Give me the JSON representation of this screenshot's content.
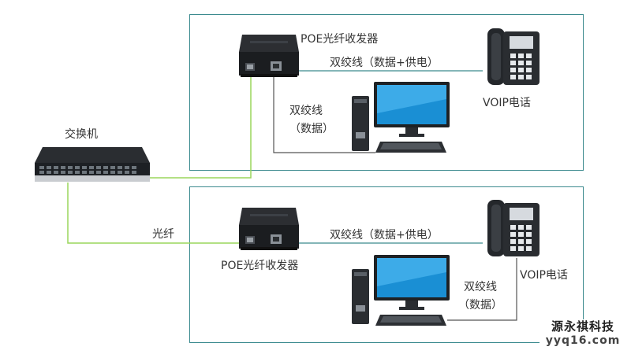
{
  "switch": {
    "label": "交换机"
  },
  "fiber": {
    "label": "光纤"
  },
  "top": {
    "converter_label": "POE光纤收发器",
    "twisted_pair_power_label": "双绞线（数据+供电）",
    "twisted_pair_data_label_line1": "双绞线",
    "twisted_pair_data_label_line2": "（数据）",
    "phone_label": "VOIP电话"
  },
  "bottom": {
    "converter_label": "POE光纤收发器",
    "twisted_pair_power_label": "双绞线（数据+供电）",
    "twisted_pair_data_label_line1": "双绞线",
    "twisted_pair_data_label_line2": "（数据）",
    "phone_label": "VOIP电话"
  },
  "watermark": {
    "line1": "源永祺科技",
    "line2": "yyq16.com"
  },
  "colors": {
    "panel_border": "#3b8a8e",
    "fiber_line": "#9ad65b",
    "twisted_pair_line": "#3b8a8e",
    "data_line": "#555555"
  },
  "icons": [
    "switch-icon",
    "fiber-converter-icon",
    "voip-phone-icon",
    "desktop-pc-icon"
  ]
}
